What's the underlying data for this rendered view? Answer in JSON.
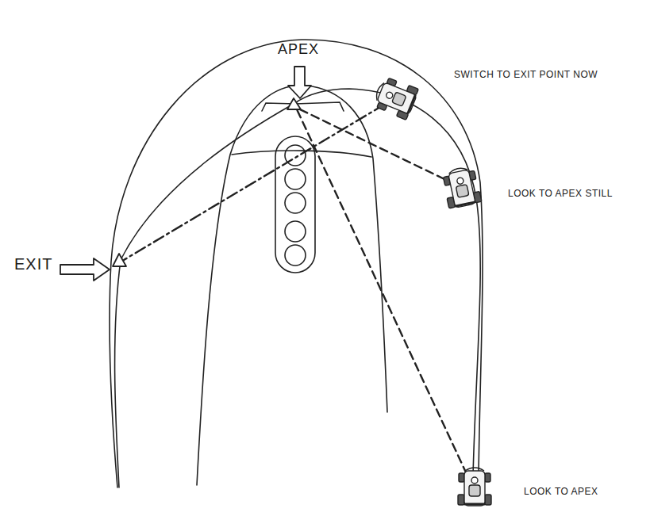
{
  "diagram": {
    "labels": [
      "APEX",
      "SWITCH TO EXIT POINT NOW",
      "LOOK TO APEX STILL",
      "EXIT",
      "LOOK TO APEX"
    ]
  }
}
